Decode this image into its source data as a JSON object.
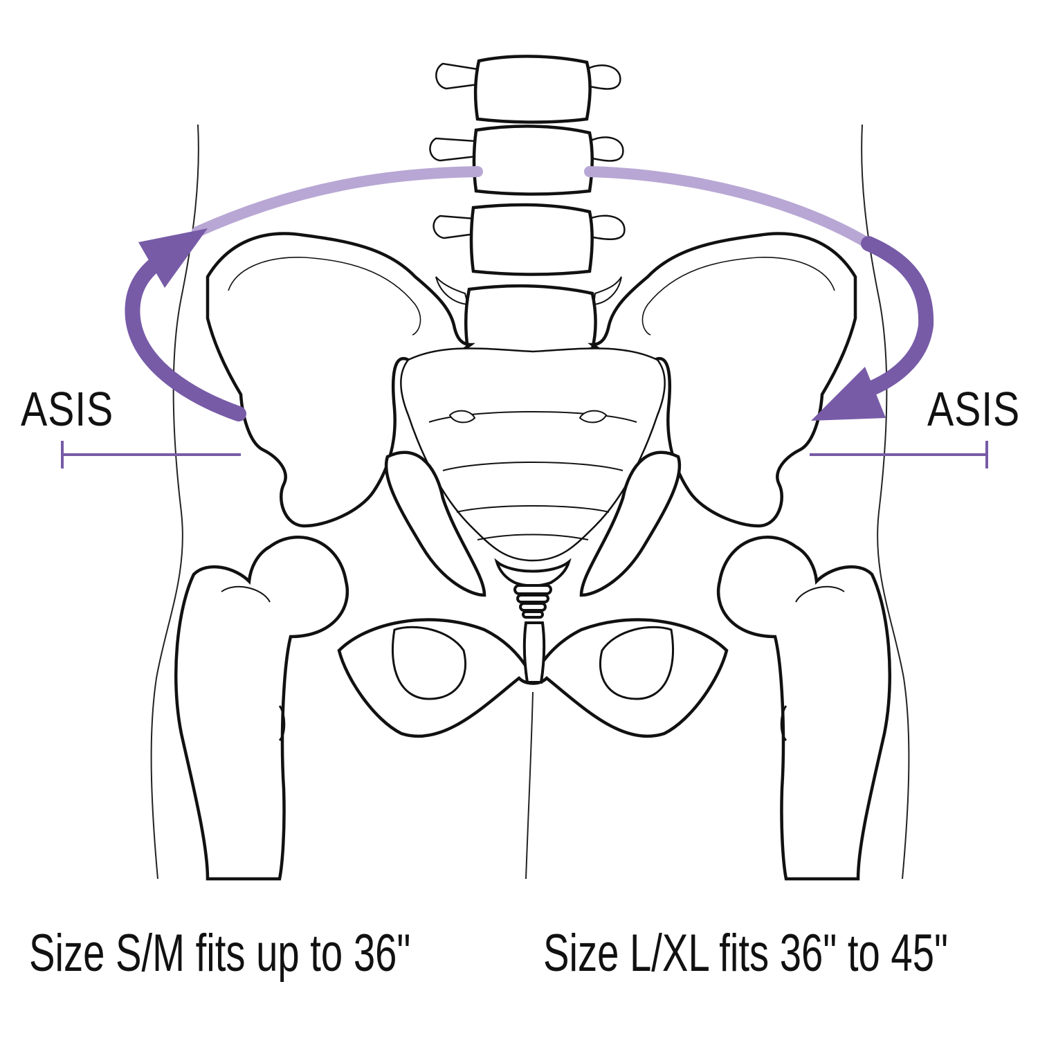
{
  "labels": {
    "asis_left": "ASIS",
    "asis_right": "ASIS",
    "size_sm": "Size S/M fits up to 36\"",
    "size_lxl": "Size L/XL fits 36\" to 45\""
  },
  "colors": {
    "accent_dark": "#775ba7",
    "accent_light": "#b8a7d4",
    "outline": "#111111",
    "background": "#ffffff"
  },
  "icons": [
    "wrap-arrow-left-icon",
    "wrap-arrow-right-icon"
  ]
}
